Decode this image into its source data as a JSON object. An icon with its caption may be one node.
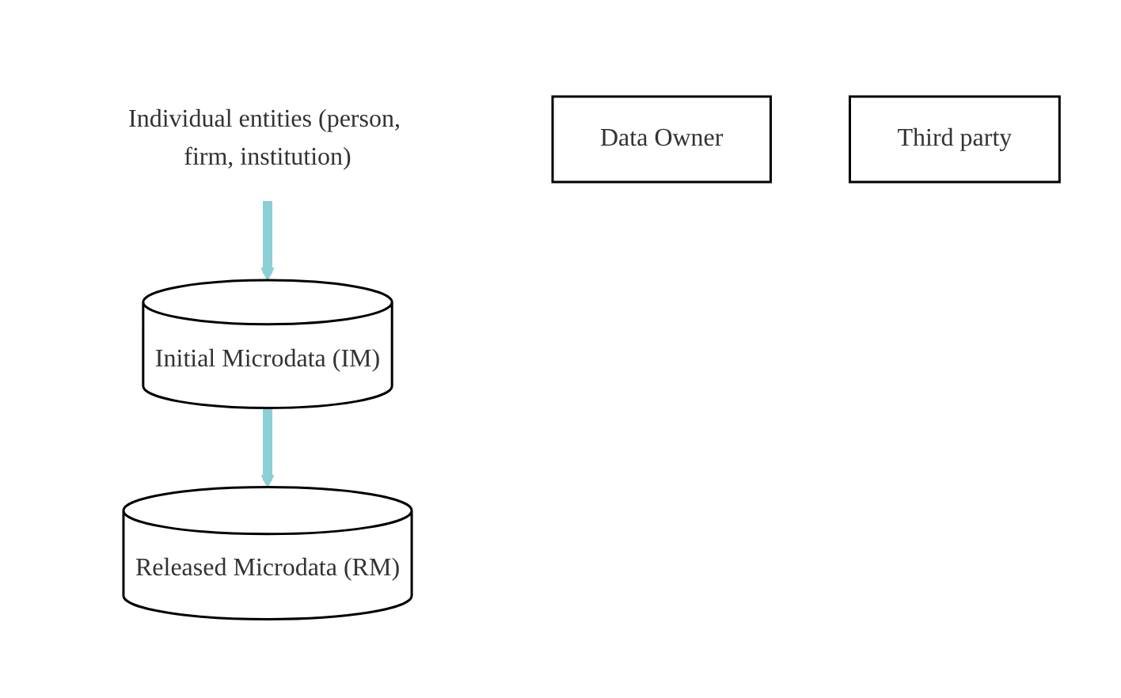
{
  "diagram": {
    "nodes": [
      {
        "text": [
          "Individual entities (person, firm, institution)"
        ]
      },
      {
        "text": [
          "Initial Microdata (IM)"
        ]
      },
      {
        "text": [
          "Data Owner"
        ]
      },
      {
        "text": [
          "Released Microdata (RM)"
        ]
      },
      {
        "text": [
          "Third party"
        ]
      }
    ],
    "edges": [
      {
        "from": 0,
        "to": 1,
        "arrow": "to"
      },
      {
        "from": 1,
        "to": 3,
        "arrow": "to"
      }
    ]
  }
}
